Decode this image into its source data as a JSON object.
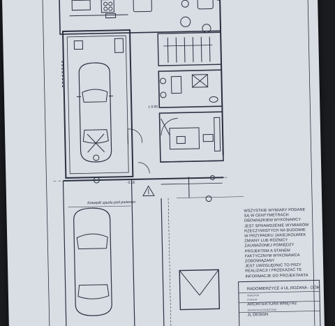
{
  "drawing": {
    "level_labels": [
      "± 0.00",
      "- 0.02"
    ],
    "driveway_caption": "Krawędź zjazdu pod parterem"
  },
  "note": {
    "lines": [
      "WSZYSTKIE WYMIARY PODANE",
      "SĄ W CENTYMETRACH",
      "OBOWIĄZKIEM WYKONAWCY",
      "JEST SPRAWDZENIE WYMIARÓW",
      "RZECZYWISTYCH NA BUDOWIE",
      "W PRZYPADKU JAKIEJKOLWIEK",
      "ZMIANY LUB RÓŻNICY",
      "ZAUWAŻONEJ POMIĘDZY",
      "PROJEKTEM A STANEM",
      "FAKTYCZNYM WYKONAWCA",
      "ZOBOWIĄZANY",
      "JEST UWZGLĘDNIĆ TO PRZY",
      "REALIZACJI I PRZEKAZAĆ TE",
      "INFORMACJE DO PROJEKTANTA"
    ]
  },
  "title_block": {
    "address": "RADOMIERZYCE 4 UL.ROŻANA - DOM",
    "investor_small": "INWESTOR",
    "stage_small": "STADIUM",
    "stage": "ARCHITEKTURA WNĘTRZ",
    "firm_small": "JEDNOSTKA PROJEKTOWA",
    "firm": "JL DESIGN"
  }
}
